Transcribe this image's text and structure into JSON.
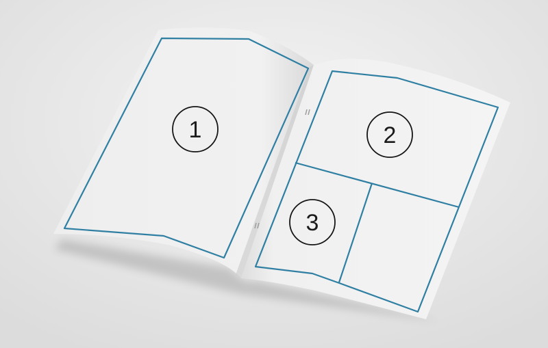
{
  "colors": {
    "background": "#ececec",
    "page": "#f2f2f2",
    "layout_line": "#2f7fa3",
    "circle_stroke": "#151515"
  },
  "panels": [
    {
      "number": "1"
    },
    {
      "number": "2"
    },
    {
      "number": "3"
    }
  ]
}
